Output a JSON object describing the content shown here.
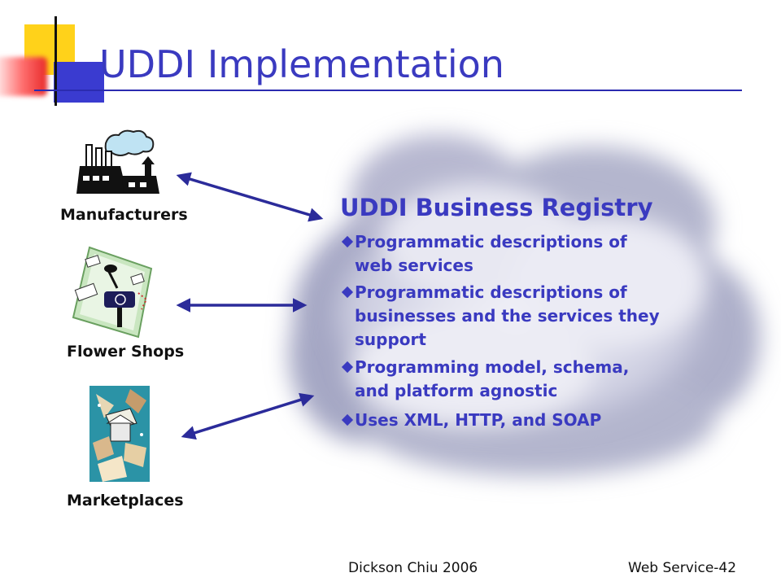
{
  "slide": {
    "title": "UDDI Implementation",
    "accent_color": "#3a3ac0"
  },
  "entities": [
    {
      "label": "Manufacturers",
      "icon": "factory-icon"
    },
    {
      "label": "Flower Shops",
      "icon": "mailbox-icon"
    },
    {
      "label": "Marketplaces",
      "icon": "marketplace-icon"
    }
  ],
  "registry": {
    "title": "UDDI Business Registry",
    "bullets": [
      "Programmatic descriptions of web services",
      "Programmatic descriptions of businesses and the services they support",
      "Programming model, schema, and platform agnostic",
      "Uses XML, HTTP, and SOAP"
    ]
  },
  "footer": {
    "author": "Dickson Chiu 2006",
    "page": "Web Service-42"
  }
}
